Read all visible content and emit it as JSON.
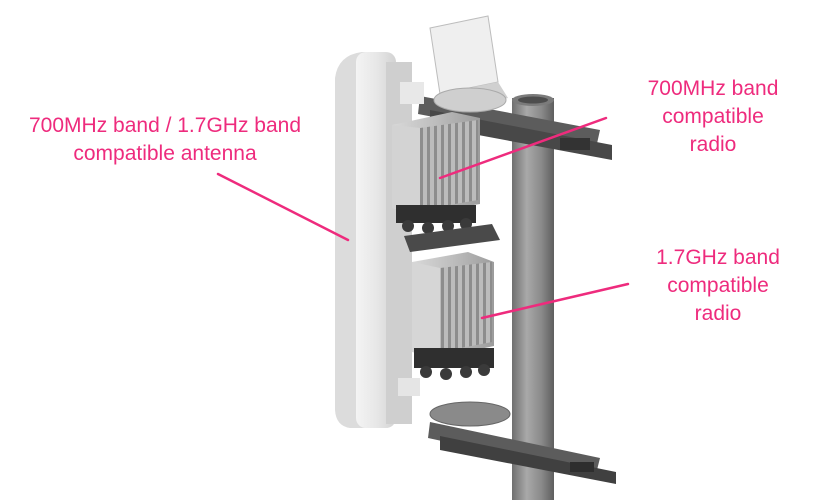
{
  "labels": {
    "antenna": {
      "line1": "700MHz band / 1.7GHz band",
      "line2": "compatible antenna"
    },
    "radio_700": {
      "line1": "700MHz band",
      "line2": "compatible",
      "line3": "radio"
    },
    "radio_17": {
      "line1": "1.7GHz band",
      "line2": "compatible",
      "line3": "radio"
    }
  },
  "colors": {
    "accent": "#ee2b7d",
    "antenna_panel": "#e9e9e9",
    "pole_steel": "#8e8e8e",
    "radio_body": "#c9c9c9",
    "bracket_dark": "#3c3c3c"
  }
}
